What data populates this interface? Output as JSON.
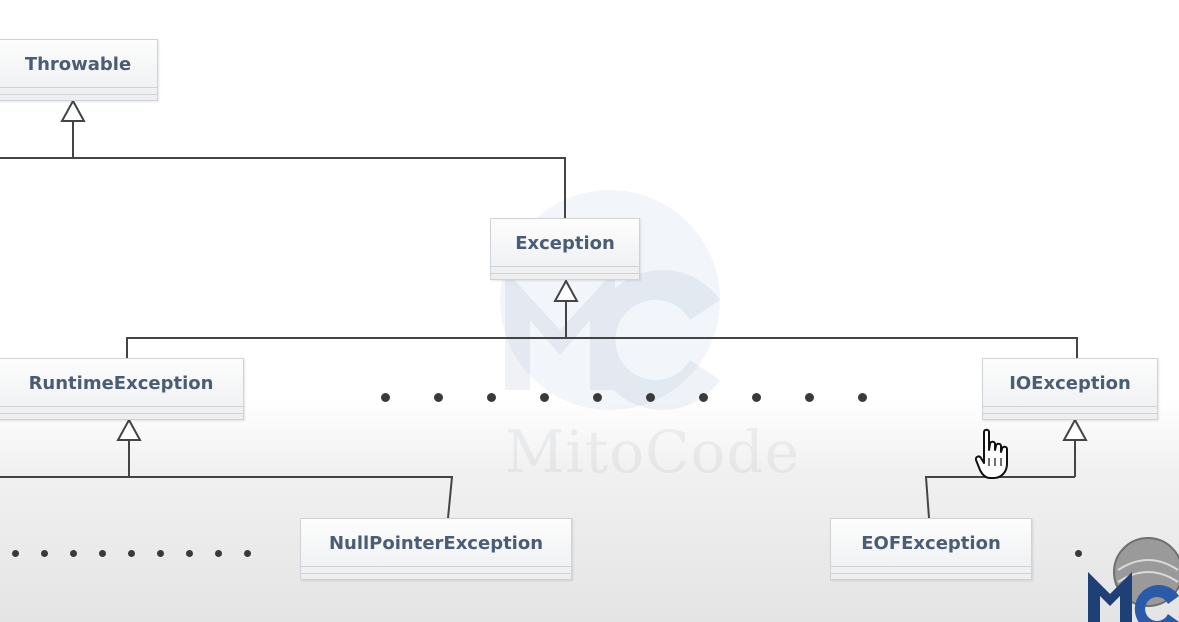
{
  "diagram": {
    "classes": {
      "throwable": "Throwable",
      "exception": "Exception",
      "runtime_exception": "RuntimeException",
      "io_exception": "IOException",
      "null_pointer_exception": "NullPointerException",
      "eof_exception": "EOFException"
    },
    "watermark": {
      "text": "MitoCode"
    }
  },
  "colors": {
    "class_text": "#4b5d74",
    "line": "#444444",
    "box_border": "#cfd2d6",
    "watermark": "#c9d6e6"
  },
  "icons": [
    "hand-pointer-icon",
    "mitocode-logo"
  ]
}
